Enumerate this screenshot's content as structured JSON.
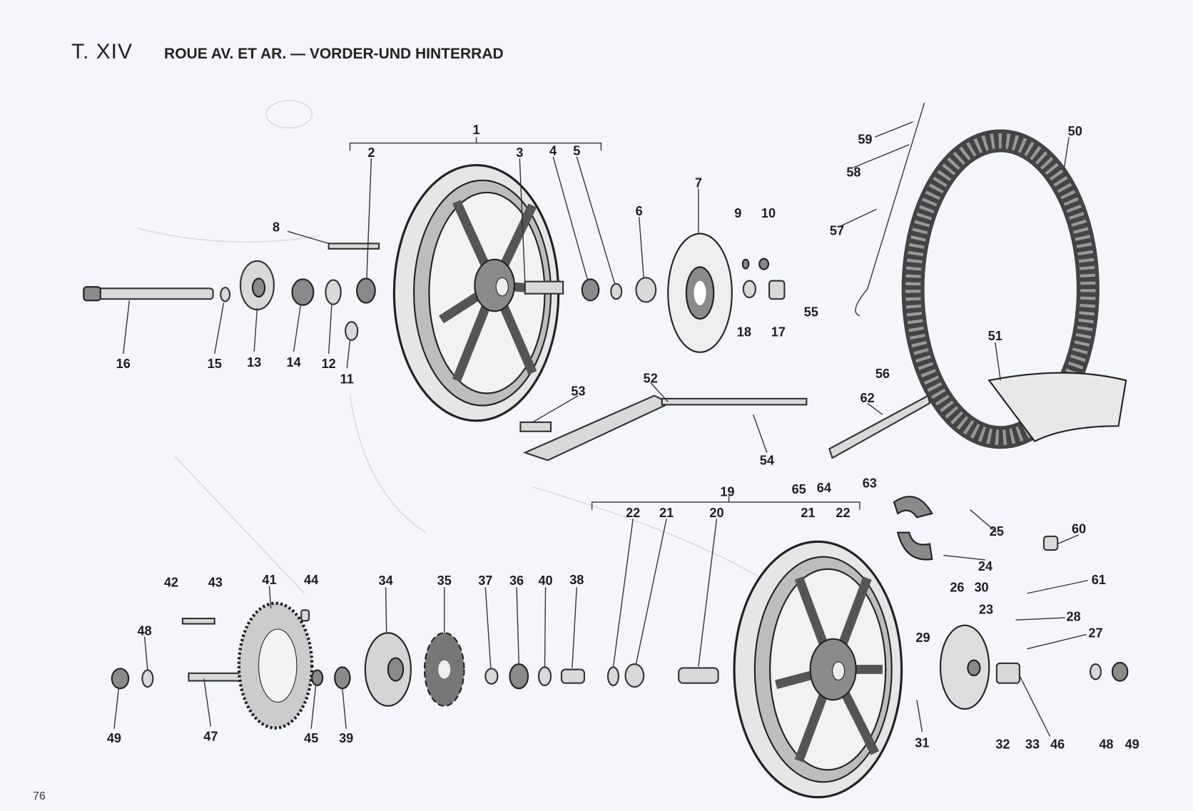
{
  "header": {
    "section": "T. XIV",
    "title": "ROUE AV. ET AR. — VORDER-UND HINTERRAD"
  },
  "page_number": "76",
  "callouts": [
    "1",
    "2",
    "3",
    "4",
    "5",
    "6",
    "7",
    "8",
    "9",
    "10",
    "11",
    "12",
    "13",
    "14",
    "15",
    "16",
    "17",
    "18",
    "19",
    "20",
    "21",
    "22",
    "23",
    "24",
    "25",
    "26",
    "27",
    "28",
    "29",
    "30",
    "31",
    "32",
    "33",
    "34",
    "35",
    "36",
    "37",
    "38",
    "39",
    "40",
    "41",
    "42",
    "43",
    "44",
    "45",
    "46",
    "47",
    "48",
    "49",
    "50",
    "51",
    "52",
    "53",
    "54",
    "55",
    "56",
    "57",
    "58",
    "59",
    "60",
    "61",
    "62",
    "63",
    "64",
    "65",
    "21",
    "22",
    "48",
    "49"
  ]
}
